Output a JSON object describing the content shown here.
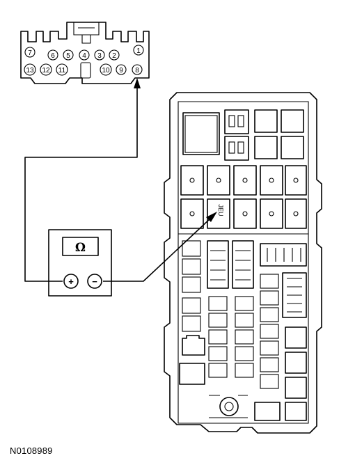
{
  "figure_id": "N0108989",
  "connector": {
    "top_row_pins": [
      "7",
      "6",
      "5",
      "4",
      "3",
      "2",
      "1"
    ],
    "bottom_row_pins": [
      "13",
      "12",
      "11",
      "10",
      "9",
      "8"
    ],
    "probed_pin": "8"
  },
  "meter": {
    "symbol": "Ω",
    "positive_label": "+",
    "negative_label": "−"
  },
  "relay": {
    "marking": "JEU"
  }
}
